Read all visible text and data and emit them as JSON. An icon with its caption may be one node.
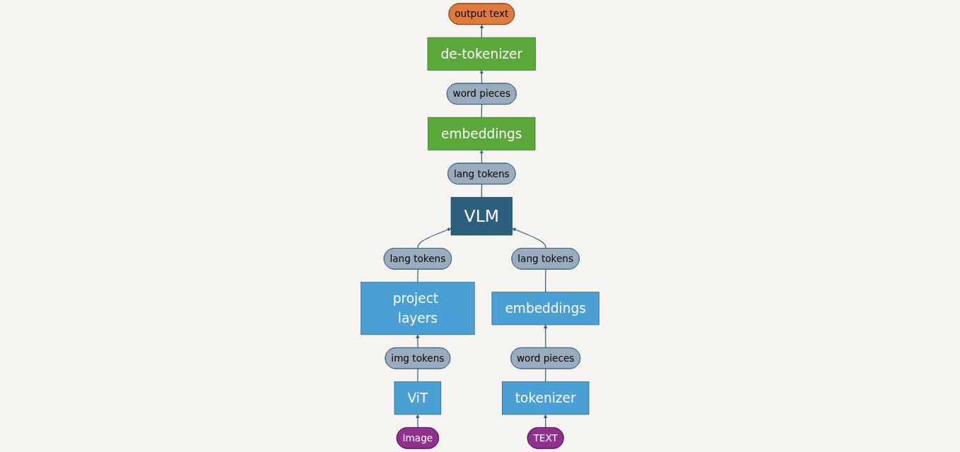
{
  "diagram": {
    "nodes": [
      {
        "text": [
          "embeddings"
        ]
      },
      {
        "text": [
          "word pieces"
        ]
      },
      {
        "text": [
          "de-tokenizer"
        ]
      },
      {
        "text": [
          "lang tokens"
        ]
      },
      {
        "text": [
          "output text"
        ]
      },
      {
        "text": [
          "VLM"
        ]
      },
      {
        "text": [
          "lang tokens"
        ]
      },
      {
        "text": [
          "lang tokens"
        ]
      },
      {
        "text": [
          "project layers"
        ]
      },
      {
        "text": [
          "embeddings"
        ]
      },
      {
        "text": [
          "img tokens"
        ]
      },
      {
        "text": [
          "word pieces"
        ]
      },
      {
        "text": [
          "ViT"
        ]
      },
      {
        "text": [
          "tokenizer"
        ]
      },
      {
        "text": [
          "Image"
        ]
      },
      {
        "text": [
          "TEXT"
        ]
      }
    ],
    "edges": [
      {
        "from": 14,
        "to": 12,
        "arrow": "to"
      },
      {
        "from": 12,
        "to": 10,
        "arrow": "none"
      },
      {
        "from": 10,
        "to": 8,
        "arrow": "to"
      },
      {
        "from": 8,
        "to": 6,
        "arrow": "none"
      },
      {
        "from": 6,
        "to": 5,
        "arrow": "to"
      },
      {
        "from": 15,
        "to": 13,
        "arrow": "to"
      },
      {
        "from": 13,
        "to": 11,
        "arrow": "none"
      },
      {
        "from": 11,
        "to": 9,
        "arrow": "to"
      },
      {
        "from": 9,
        "to": 7,
        "arrow": "none"
      },
      {
        "from": 7,
        "to": 5,
        "arrow": "to"
      },
      {
        "from": 5,
        "to": 3,
        "arrow": "none"
      },
      {
        "from": 3,
        "to": 0,
        "arrow": "to"
      },
      {
        "from": 0,
        "to": 1,
        "arrow": "none"
      },
      {
        "from": 1,
        "to": 2,
        "arrow": "to"
      },
      {
        "from": 2,
        "to": 4,
        "arrow": "to"
      }
    ]
  }
}
